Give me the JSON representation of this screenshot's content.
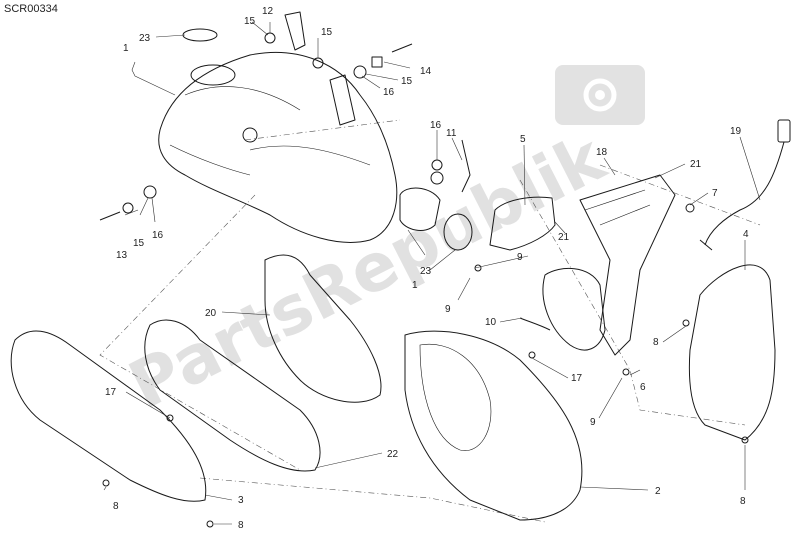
{
  "document_code": "SCR00334",
  "watermark": "PartsRepublik",
  "callouts": [
    "1",
    "2",
    "3",
    "4",
    "5",
    "6",
    "7",
    "8",
    "9",
    "10",
    "11",
    "12",
    "13",
    "14",
    "15",
    "16",
    "17",
    "18",
    "19",
    "20",
    "21",
    "22",
    "23"
  ],
  "labels": {
    "c1": "1",
    "c23a": "23",
    "c12": "12",
    "c15a": "15",
    "c15b": "15",
    "c15c": "15",
    "c14": "14",
    "c16a": "16",
    "c16b": "16",
    "c11": "11",
    "c5": "5",
    "c19": "19",
    "c18": "18",
    "c21a": "21",
    "c7": "7",
    "c4": "4",
    "c21b": "21",
    "c9a": "9",
    "c1b": "1",
    "c23b": "23",
    "c9b": "9",
    "c13": "13",
    "c15d": "15",
    "c16c": "16",
    "c20": "20",
    "c10": "10",
    "c8a": "8",
    "c6": "6",
    "c17a": "17",
    "c17b": "17",
    "c9c": "9",
    "c22": "22",
    "c2": "2",
    "c3": "3",
    "c8b": "8",
    "c8c": "8",
    "c8d": "8"
  },
  "icons": {
    "watermark_logo": "gear-icon"
  }
}
